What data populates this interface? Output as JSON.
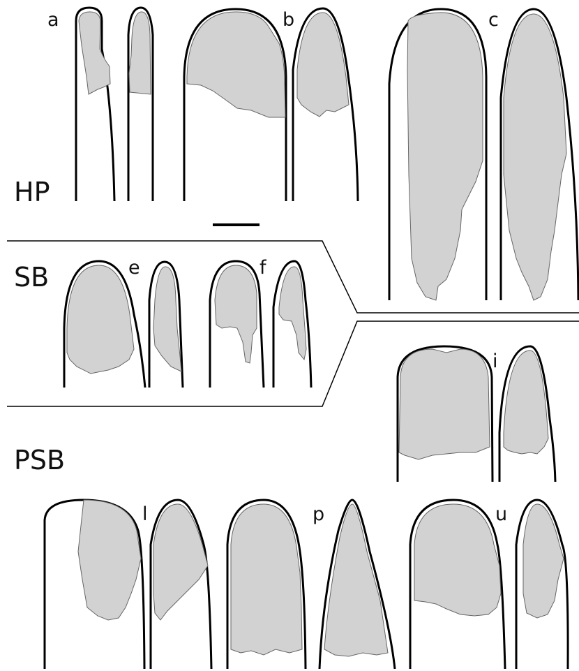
{
  "figure": {
    "panel_labels": [
      "a",
      "b",
      "c",
      "e",
      "f",
      "i",
      "l",
      "p",
      "u"
    ],
    "group_labels": [
      "HP",
      "SB",
      "PSB"
    ],
    "has_scale_bar": true,
    "colors": {
      "outline": "#000000",
      "wear_facet": "#d2d2d2",
      "wear_edge": "#666666",
      "background": "#ffffff"
    }
  }
}
